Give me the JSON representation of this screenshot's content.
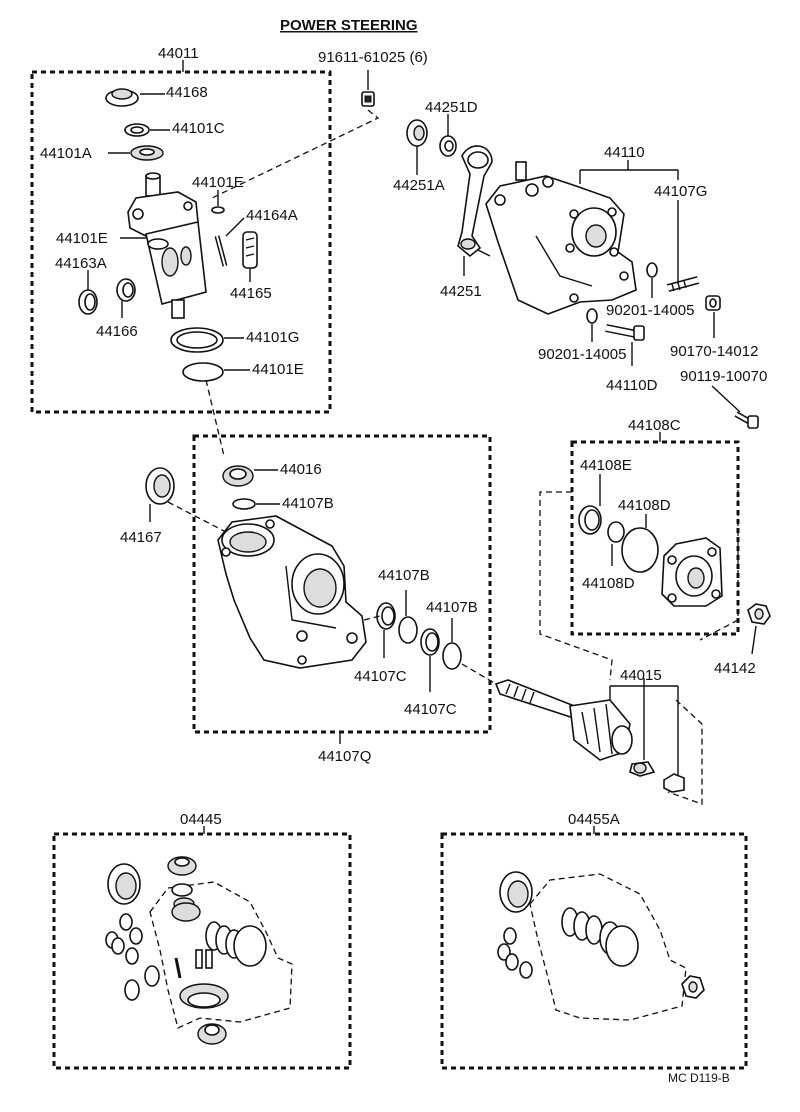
{
  "title": "POWER STEERING",
  "drawing_code": "MC D119-B",
  "labels": {
    "l44011": "44011",
    "l91611": "91611-61025 (6)",
    "l44168": "44168",
    "l44101C": "44101C",
    "l44101A": "44101A",
    "l44101E_a": "44101E",
    "l44164A": "44164A",
    "l44101E_b": "44101E",
    "l44163A": "44163A",
    "l44165": "44165",
    "l44166": "44166",
    "l44101G": "44101G",
    "l44101E_c": "44101E",
    "l44251D": "44251D",
    "l44251A": "44251A",
    "l44251": "44251",
    "l44110": "44110",
    "l44107G": "44107G",
    "l90201_a": "90201-14005",
    "l90201_b": "90201-14005",
    "l90170": "90170-14012",
    "l44110D": "44110D",
    "l90119": "90119-10070",
    "l44108C": "44108C",
    "l44108E": "44108E",
    "l44108D_a": "44108D",
    "l44108D_b": "44108D",
    "l44142": "44142",
    "l44167": "44167",
    "l44016": "44016",
    "l44107B_a": "44107B",
    "l44107B_b": "44107B",
    "l44107B_c": "44107B",
    "l44107C_a": "44107C",
    "l44107C_b": "44107C",
    "l44107Q": "44107Q",
    "l44015": "44015",
    "l04445": "04445",
    "l04455A": "04455A"
  }
}
